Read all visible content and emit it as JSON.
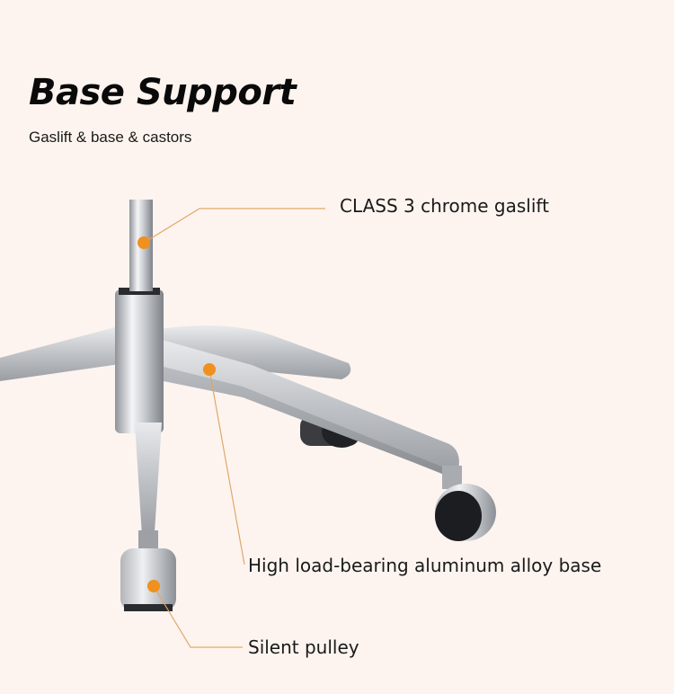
{
  "header": {
    "title": "Base Support",
    "subtitle": "Gaslift & base & castors"
  },
  "callouts": [
    {
      "id": "gaslift",
      "label": "CLASS 3 chrome gaslift"
    },
    {
      "id": "base",
      "label": "High load-bearing aluminum alloy base"
    },
    {
      "id": "pulley",
      "label": "Silent pulley"
    }
  ],
  "colors": {
    "background": "#fdf4ef",
    "accent": "#f0901e",
    "leader_line": "#e2a66a",
    "text": "#1a1a1a"
  }
}
